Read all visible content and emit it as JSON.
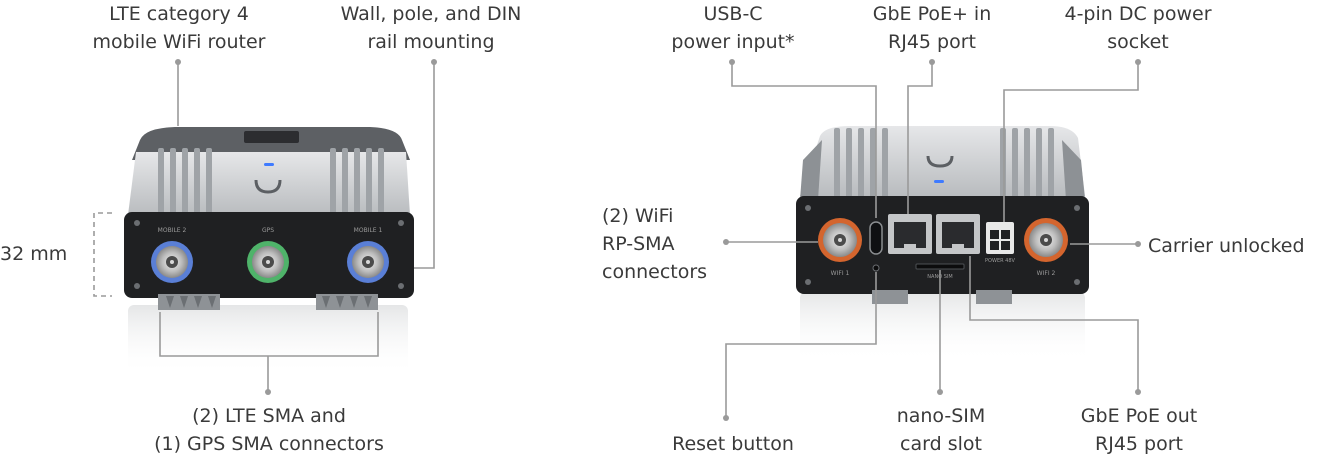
{
  "callouts": {
    "lte_router": [
      "LTE category 4",
      "mobile WiFi router"
    ],
    "mounting": [
      "Wall, pole, and DIN",
      "rail mounting"
    ],
    "height": "32 mm",
    "sma_connectors": [
      "(2) LTE SMA and",
      "(1) GPS SMA connectors"
    ],
    "usbc": [
      "USB-C",
      "power input*"
    ],
    "gbe_poe_in": [
      "GbE PoE+ in",
      "RJ45 port"
    ],
    "dc_socket": [
      "4-pin DC power",
      "socket"
    ],
    "wifi_rpsma": [
      "(2) WiFi",
      "RP-SMA",
      "connectors"
    ],
    "carrier": "Carrier unlocked",
    "reset": "Reset button",
    "nano_sim": [
      "nano-SIM",
      "card slot"
    ],
    "gbe_poe_out": [
      "GbE PoE out",
      "RJ45 port"
    ]
  },
  "device_labels": {
    "mobile2": "MOBILE 2",
    "gps": "GPS",
    "mobile1": "MOBILE 1",
    "wifi1": "WIFI 1",
    "wifi2": "WIFI 2",
    "nano_sim": "NANO SIM",
    "power_socket": "POWER 48V"
  },
  "colors": {
    "text": "#3a3a3a",
    "leader": "#9a9a9a",
    "lte_ring": "#5a7fd6",
    "gps_ring": "#4fb36a",
    "wifi_ring": "#d4652e",
    "led": "#3f7bff",
    "body_silver": "#c9cbcd",
    "face_black": "#1f2022"
  }
}
